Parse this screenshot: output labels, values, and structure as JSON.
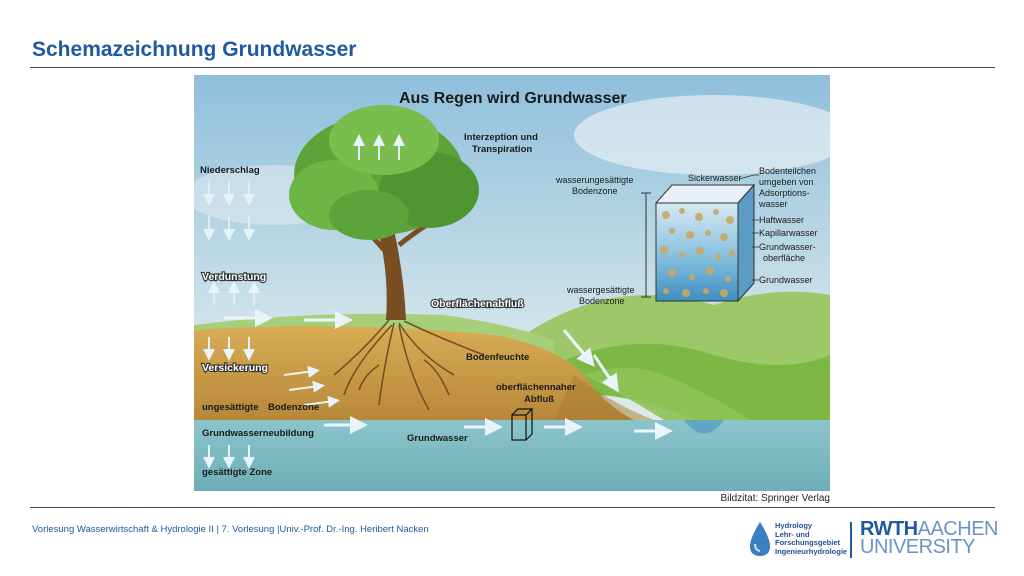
{
  "slide": {
    "title": "Schemazeichnung Grundwasser"
  },
  "figure": {
    "headline": "Aus Regen wird Grundwasser",
    "labels": {
      "niederschlag": "Niederschlag",
      "interzeption_1": "Interzeption und",
      "interzeption_2": "Transpiration",
      "verdunstung": "Verdunstung",
      "oberflaechenabfluss": "Oberflächenabfluß",
      "versickerung": "Versickerung",
      "bodenfeuchte": "Bodenfeuchte",
      "ungesaettigte": "ungesättigte",
      "bodenzone": "Bodenzone",
      "oberflaechennaher_1": "oberflächennaher",
      "oberflaechennaher_2": "Abfluß",
      "grundwasserneubildung": "Grundwasserneubildung",
      "grundwasser": "Grundwasser",
      "gesaettigte_zone": "gesättigte Zone",
      "wasserungesaettigte_1": "wasserungesättigte",
      "wasserungesaettigte_2": "Bodenzone",
      "wassergesaettigte_1": "wassergesättigte",
      "wassergesaettigte_2": "Bodenzone"
    },
    "cube_labels": {
      "sickerwasser": "Sickerwasser",
      "bodenteilchen_1": "Bodenteilchen",
      "bodenteilchen_2": "umgeben von",
      "bodenteilchen_3": "Adsorptions-",
      "bodenteilchen_4": "wasser",
      "haftwasser": "Haftwasser",
      "kapillarwasser": "Kapillarwasser",
      "gw_oberflaeche_1": "Grundwasser-",
      "gw_oberflaeche_2": "oberfläche",
      "grundwasser": "Grundwasser"
    }
  },
  "caption": "Bildzitat: Springer Verlag",
  "footer": "Vorlesung Wasserwirtschaft & Hydrologie II | 7. Vorlesung |Univ.-Prof. Dr.-Ing. Heribert Nacken",
  "logos": {
    "hydrology": "Hydrology\nLehr- und\nForschungsgebiet\nIngenieurhydrologie",
    "rwth_bold": "RWTH",
    "rwth_light": "AACHEN",
    "university": "UNIVERSITY"
  },
  "colors": {
    "title_blue": "#1f5aa0",
    "sky": "#9cc8e0",
    "soil": "#c89a45",
    "groundwater": "#7ab8c4",
    "grass": "#6fae3a"
  }
}
